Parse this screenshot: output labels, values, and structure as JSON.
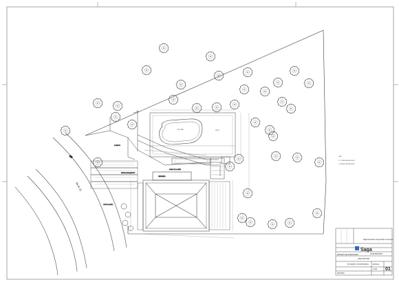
{
  "drawing": {
    "street_label": "RUA 15",
    "pool_label": "PISCINA",
    "deck_label": "DECK",
    "notes_title": "OBS:",
    "notes_lines": [
      "1- COTAS EM METROS",
      "2- NIVEIS EM METROS"
    ],
    "area_labels": [
      "ESTACIONAMENTO",
      "ACESSO",
      "VARANDA",
      "ÁREA DE LAZER",
      "CIRCULAÇÃO"
    ]
  },
  "title_block": {
    "company_name": "Saga Arquitetura, Engenharia e Serviços",
    "logo_text": "Saga",
    "project_label": "PROJETO DE PAISAGISMO",
    "discipline": "ARQUITETURA",
    "sheet_title": "SITUAÇÃO / PLANTA BAIXA",
    "sheet_number": "01",
    "scale_label": "ESCALA",
    "scale_value": "1:100",
    "status": "ANTE PROJETO",
    "date": "FEV/2016"
  },
  "colors": {
    "line": "#3a3a3a",
    "light_line": "#9a9a9a",
    "tree": "#4a4a4a",
    "logo_mark": "#2f6db5"
  }
}
